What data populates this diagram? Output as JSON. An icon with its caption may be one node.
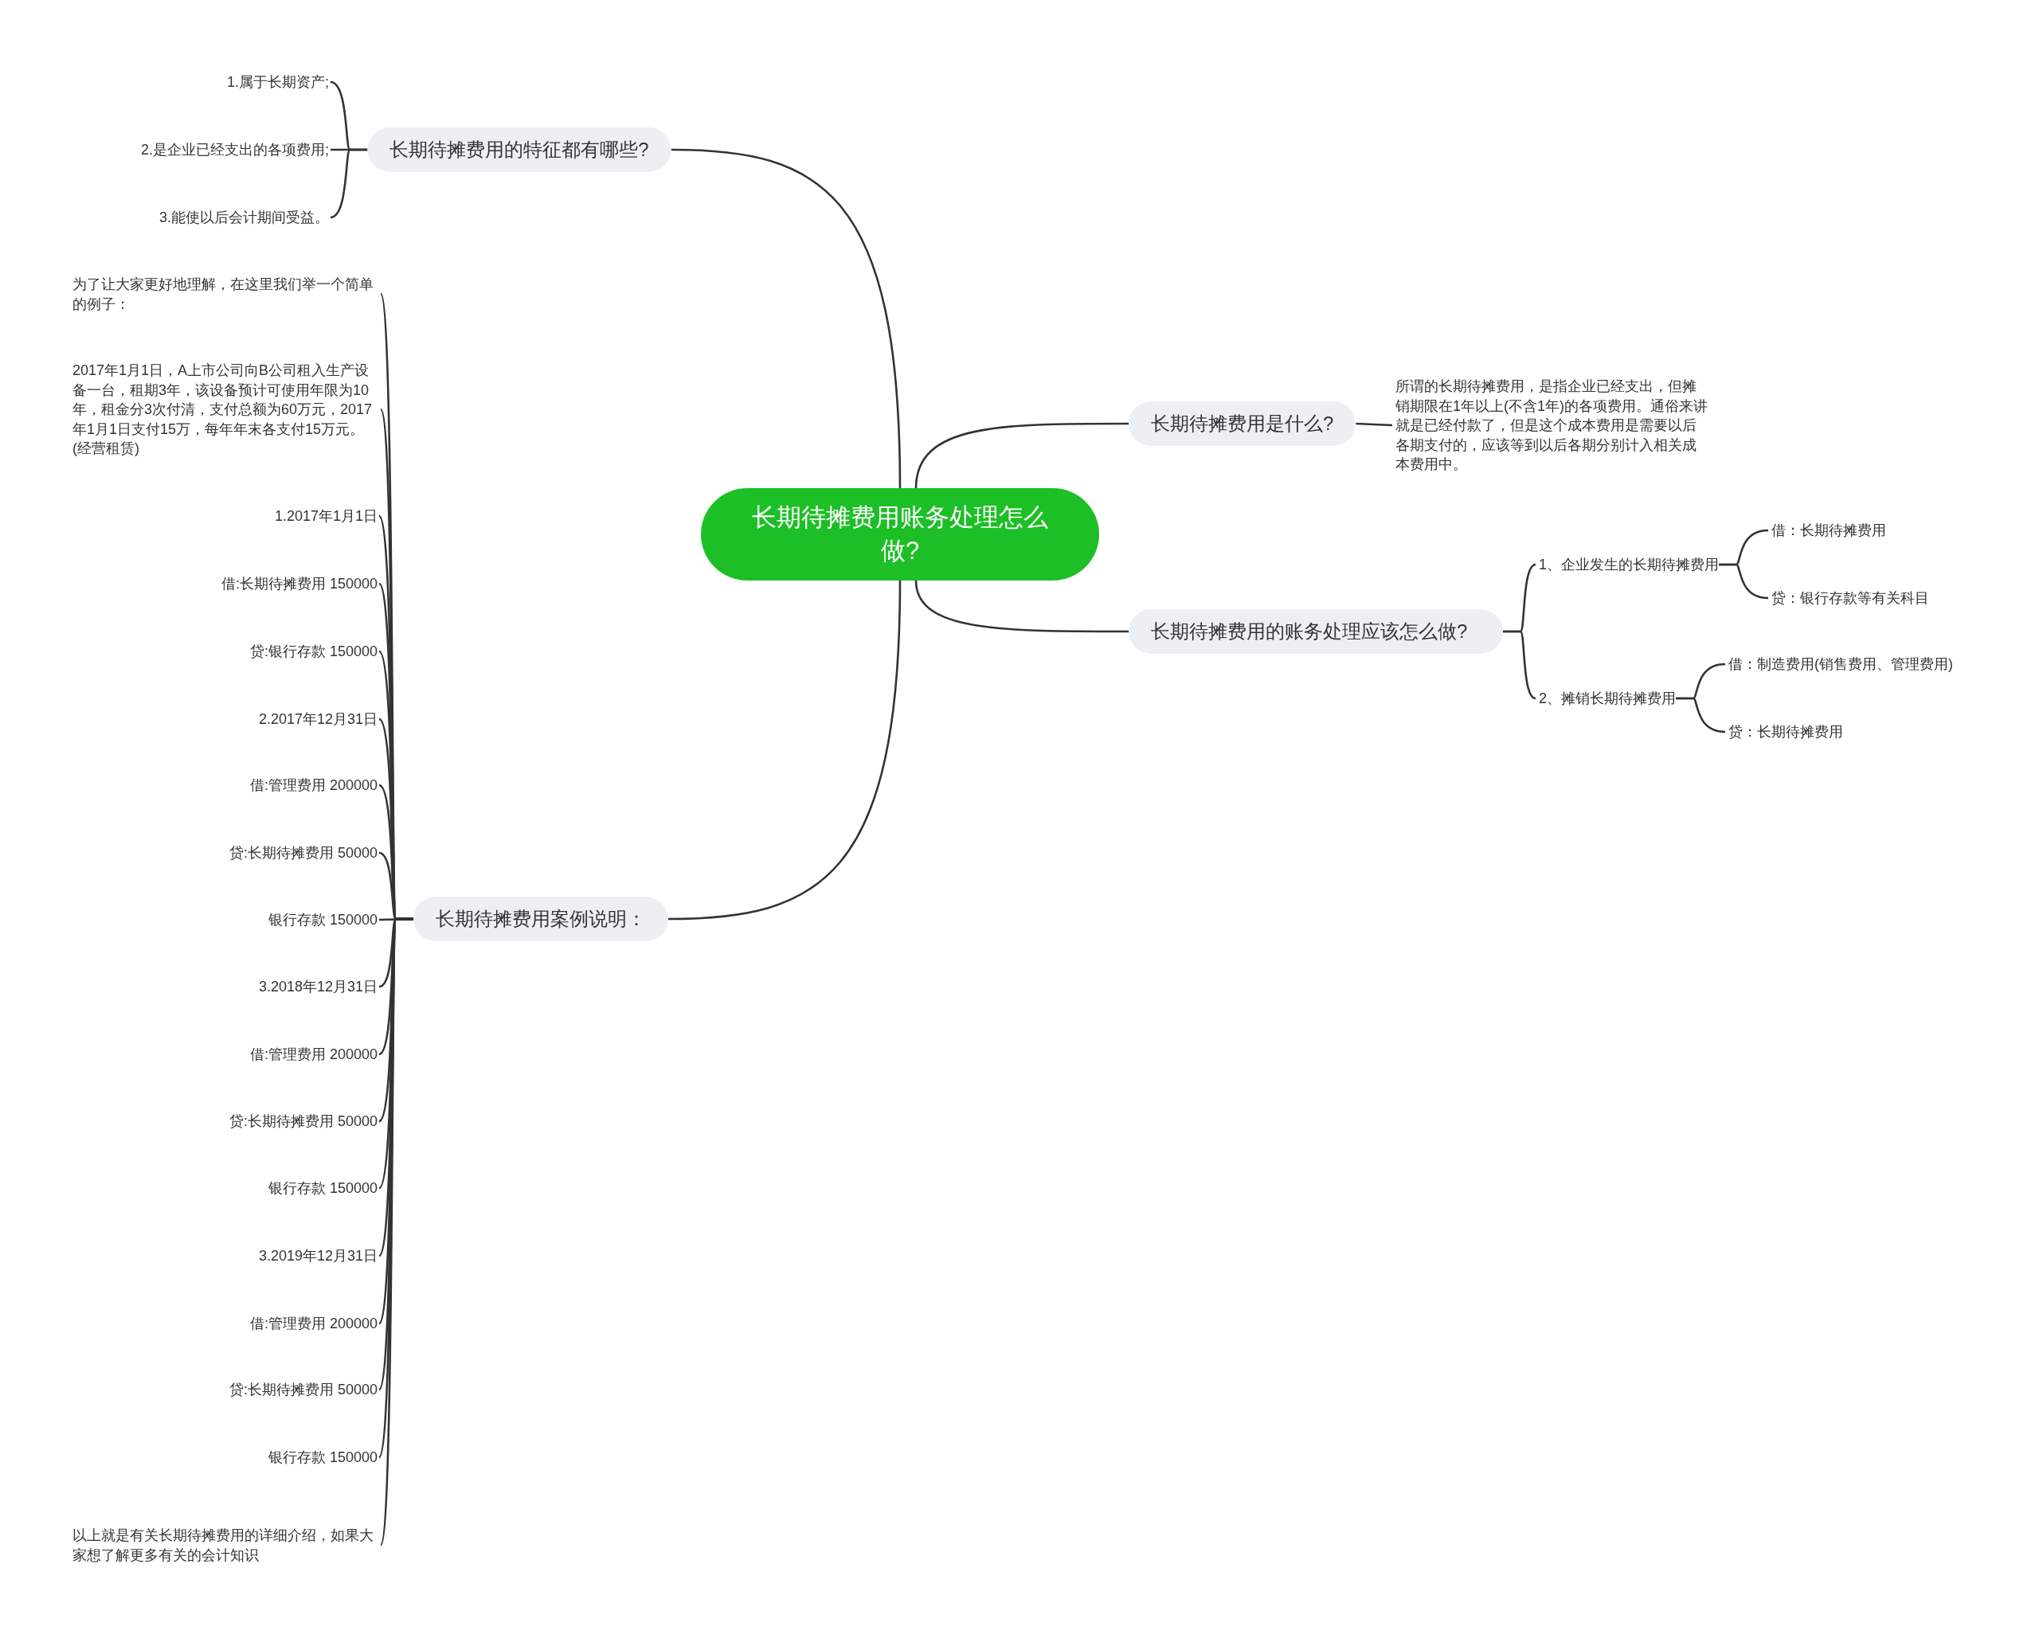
{
  "diagram": {
    "nodes": [
      {
        "text": [
          "长期待摊费用账务处理怎么做?"
        ]
      },
      {
        "text": [
          "长期待摊费用的特征都有哪些?"
        ]
      },
      {
        "text": [
          "1.属于长期资产;"
        ]
      },
      {
        "text": [
          "2.是企业已经支出的各项费用;"
        ]
      },
      {
        "text": [
          "3.能使以后会计期间受益。"
        ]
      },
      {
        "text": [
          "长期待摊费用是什么?"
        ]
      },
      {
        "text": [
          "所谓的长期待摊费用，是指企业已经支出，但摊销期限在1年以上(不含1年)的各项费用。通俗来讲就是已经付款了，但是这个成本费用是需要以后各期支付的，应该等到以后各期分别计入相关成本费用中。"
        ]
      },
      {
        "text": [
          "长期待摊费用的账务处理应该怎么做?"
        ]
      },
      {
        "text": [
          "1、企业发生的长期待摊费用"
        ]
      },
      {
        "text": [
          "借：长期待摊费用"
        ]
      },
      {
        "text": [
          "贷：银行存款等有关科目"
        ]
      },
      {
        "text": [
          "2、摊销长期待摊费用"
        ]
      },
      {
        "text": [
          "借：制造费用(销售费用、管理费用)"
        ]
      },
      {
        "text": [
          "贷：长期待摊费用"
        ]
      },
      {
        "text": [
          "长期待摊费用案例说明："
        ]
      },
      {
        "text": [
          "为了让大家更好地理解，在这里我们举一个简单的例子："
        ]
      },
      {
        "text": [
          "2017年1月1日，A上市公司向B公司租入生产设备一台，租期3年，该设备预计可使用年限为10年，租金分3次付清，支付总额为60万元，2017年1月1日支付15万，每年年末各支付15万元。(经营租赁)"
        ]
      },
      {
        "text": [
          "1.2017年1月1日"
        ]
      },
      {
        "text": [
          "借:长期待摊费用 150000"
        ]
      },
      {
        "text": [
          "贷:银行存款 150000"
        ]
      },
      {
        "text": [
          "2.2017年12月31日"
        ]
      },
      {
        "text": [
          "借:管理费用 200000"
        ]
      },
      {
        "text": [
          "贷:长期待摊费用 50000"
        ]
      },
      {
        "text": [
          "银行存款 150000"
        ]
      },
      {
        "text": [
          "3.2018年12月31日"
        ]
      },
      {
        "text": [
          "借:管理费用 200000"
        ]
      },
      {
        "text": [
          "贷:长期待摊费用 50000"
        ]
      },
      {
        "text": [
          "银行存款 150000"
        ]
      },
      {
        "text": [
          "3.2019年12月31日"
        ]
      },
      {
        "text": [
          "借:管理费用 200000"
        ]
      },
      {
        "text": [
          "贷:长期待摊费用 50000"
        ]
      },
      {
        "text": [
          "银行存款 150000"
        ]
      },
      {
        "text": [
          "以上就是有关长期待摊费用的详细介绍，如果大家想了解更多有关的会计知识"
        ]
      }
    ],
    "edges": [
      {
        "from": 0,
        "to": 1,
        "arrow": "none"
      },
      {
        "from": 1,
        "to": 2,
        "arrow": "none"
      },
      {
        "from": 1,
        "to": 3,
        "arrow": "none"
      },
      {
        "from": 1,
        "to": 4,
        "arrow": "none"
      },
      {
        "from": 0,
        "to": 5,
        "arrow": "none"
      },
      {
        "from": 5,
        "to": 6,
        "arrow": "none"
      },
      {
        "from": 0,
        "to": 7,
        "arrow": "none"
      },
      {
        "from": 7,
        "to": 8,
        "arrow": "none"
      },
      {
        "from": 8,
        "to": 9,
        "arrow": "none"
      },
      {
        "from": 8,
        "to": 10,
        "arrow": "none"
      },
      {
        "from": 7,
        "to": 11,
        "arrow": "none"
      },
      {
        "from": 11,
        "to": 12,
        "arrow": "none"
      },
      {
        "from": 11,
        "to": 13,
        "arrow": "none"
      },
      {
        "from": 0,
        "to": 14,
        "arrow": "none"
      },
      {
        "from": 14,
        "to": 15,
        "arrow": "none"
      },
      {
        "from": 14,
        "to": 16,
        "arrow": "none"
      },
      {
        "from": 14,
        "to": 17,
        "arrow": "none"
      },
      {
        "from": 14,
        "to": 18,
        "arrow": "none"
      },
      {
        "from": 14,
        "to": 19,
        "arrow": "none"
      },
      {
        "from": 14,
        "to": 20,
        "arrow": "none"
      },
      {
        "from": 14,
        "to": 21,
        "arrow": "none"
      },
      {
        "from": 14,
        "to": 22,
        "arrow": "none"
      },
      {
        "from": 14,
        "to": 23,
        "arrow": "none"
      },
      {
        "from": 14,
        "to": 24,
        "arrow": "none"
      },
      {
        "from": 14,
        "to": 25,
        "arrow": "none"
      },
      {
        "from": 14,
        "to": 26,
        "arrow": "none"
      },
      {
        "from": 14,
        "to": 27,
        "arrow": "none"
      },
      {
        "from": 14,
        "to": 28,
        "arrow": "none"
      },
      {
        "from": 14,
        "to": 29,
        "arrow": "none"
      },
      {
        "from": 14,
        "to": 30,
        "arrow": "none"
      },
      {
        "from": 14,
        "to": 31,
        "arrow": "none"
      },
      {
        "from": 14,
        "to": 32,
        "arrow": "none"
      }
    ]
  }
}
